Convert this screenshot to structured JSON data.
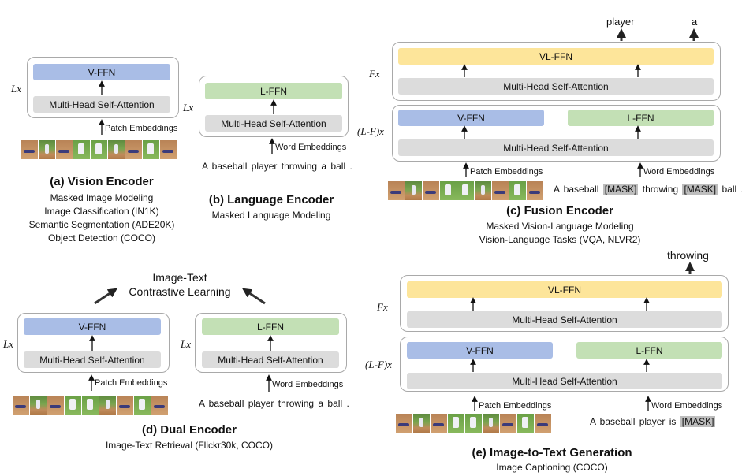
{
  "blocks": {
    "vffn": "V-FFN",
    "lffn": "L-FFN",
    "vlffn": "VL-FFN",
    "mhsa": "Multi-Head Self-Attention"
  },
  "inputs": {
    "patch": "Patch Embeddings",
    "word": "Word Embeddings"
  },
  "multipliers": {
    "lx": "Lx",
    "fx": "Fx",
    "lfx": "(L-F)x"
  },
  "sentences": {
    "full": "A baseball player throwing a ball .",
    "c_part1": "A baseball",
    "c_mask": "[MASK]",
    "c_part2": "throwing",
    "c_part3": "ball .",
    "e_part1": "A baseball player is",
    "e_mask": "[MASK]"
  },
  "outputs": {
    "c_player": "player",
    "c_a": "a",
    "e_throwing": "throwing"
  },
  "panel_a": {
    "title": "(a) Vision Encoder",
    "lines": [
      "Masked Image Modeling",
      "Image Classification (IN1K)",
      "Semantic Segmentation (ADE20K)",
      "Object Detection (COCO)"
    ]
  },
  "panel_b": {
    "title": "(b) Language Encoder",
    "lines": [
      "Masked Language Modeling"
    ]
  },
  "panel_c": {
    "title": "(c) Fusion Encoder",
    "lines": [
      "Masked Vision-Language Modeling",
      "Vision-Language Tasks (VQA, NLVR2)"
    ]
  },
  "panel_d": {
    "title": "(d) Dual Encoder",
    "lines": [
      "Image-Text Retrieval (Flickr30k, COCO)"
    ],
    "objective_line1": "Image-Text",
    "objective_line2": "Contrastive Learning"
  },
  "panel_e": {
    "title": "(e) Image-to-Text Generation",
    "lines": [
      "Image Captioning (COCO)"
    ]
  }
}
